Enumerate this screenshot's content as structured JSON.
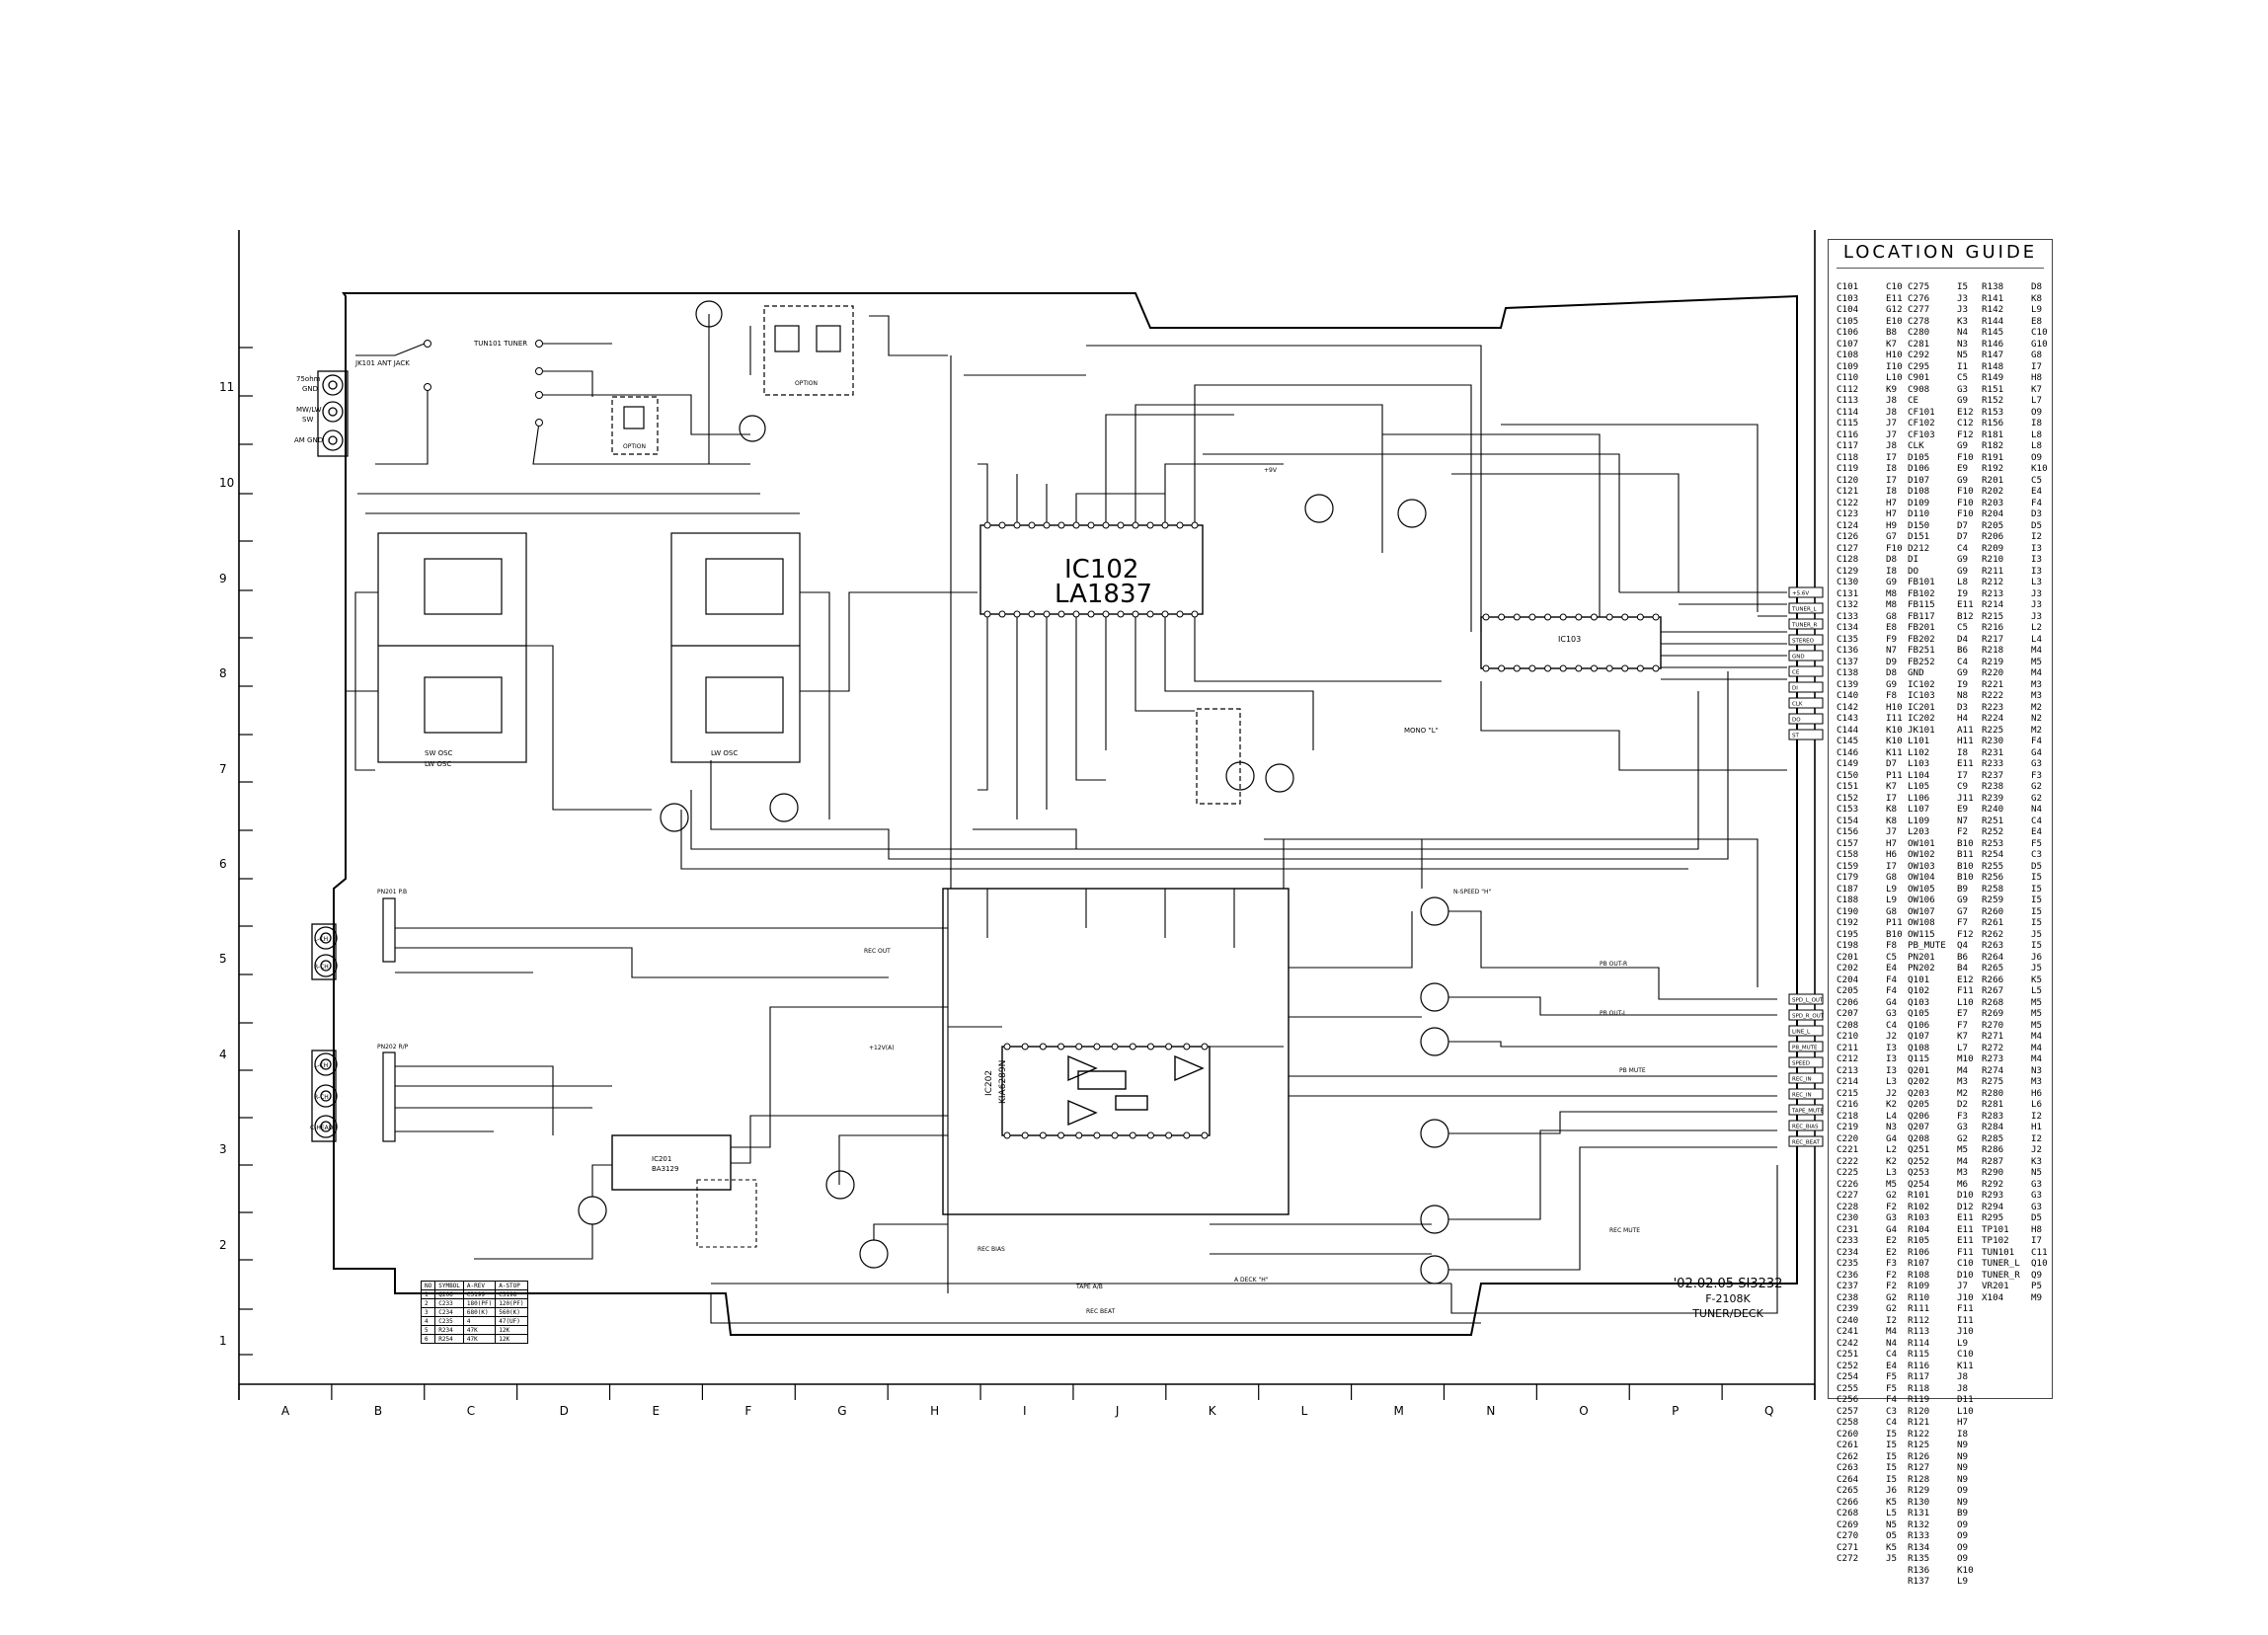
{
  "columns": [
    "A",
    "B",
    "C",
    "D",
    "E",
    "F",
    "G",
    "H",
    "I",
    "J",
    "K",
    "L",
    "M",
    "N",
    "O",
    "P",
    "Q"
  ],
  "rows": [
    "11",
    "10",
    "9",
    "8",
    "7",
    "6",
    "5",
    "4",
    "3",
    "2",
    "1"
  ],
  "ics": {
    "ic102_ref": "IC102",
    "ic102_part": "LA1837",
    "ic202_ref": "IC202",
    "ic202_part": "KIA6289N",
    "ic103_ref": "IC103",
    "ic201_ref": "IC201",
    "ic201_part": "BA3129"
  },
  "connectors": {
    "left_top": [
      "75ohm",
      "GND",
      "MW/LW",
      "SW",
      "AM GND"
    ],
    "jack": "JK101 ANT JACK",
    "tuner": "TUN101 TUNER",
    "left_mid": [
      "L-CH",
      "R-CH"
    ],
    "left_low": [
      "L-CH",
      "R-CH",
      "C-HEAD"
    ],
    "pin_headers": [
      "PN201 P.B",
      "PN202 R/P"
    ],
    "right_upper": [
      "+5.6V",
      "TUNER_L",
      "TUNER_R",
      "STEREO",
      "GND",
      "CE",
      "DI",
      "CLK",
      "DO",
      "ST"
    ],
    "right_lower": [
      "SPD_L_OUT",
      "SPD_R_OUT",
      "LINE_L",
      "PB_MUTE",
      "SPEED",
      "REC_IN",
      "REC_IN",
      "TAPE_MUTE",
      "REC_BIAS",
      "REC_BEAT"
    ]
  },
  "blocks": {
    "sw_osc": "SW OSC",
    "lw_osc": "LW OSC",
    "lw_osc2": "LW OSC",
    "option1": "OPTION",
    "option2": "OPTION",
    "mono_label": "MONO \"L\"",
    "nspd": "N-SPEED \"H\"",
    "adeck": "A DECK \"H\"",
    "tape_ab": "TAPE A/B",
    "rec_beat": "REC BEAT",
    "rec_bias": "REC BIAS",
    "pb_mute": "PB MUTE",
    "rec_mute": "REC MUTE",
    "rec_out": "REC OUT",
    "pb_out_r": "PB OUT-R",
    "pb_out_l": "PB OUT-L",
    "v12": "+12V(A)",
    "v9": "+9V"
  },
  "option_table": {
    "header": [
      "NO",
      "SYMBOL",
      "A-REV",
      "A-STOP"
    ],
    "rows": [
      [
        "1",
        "Q206",
        "C3199",
        "C3198"
      ],
      [
        "2",
        "C233",
        "180(PF)",
        "120(PF)"
      ],
      [
        "3",
        "C234",
        "680(K)",
        "560(K)"
      ],
      [
        "4",
        "C235",
        "4",
        "47(UF)"
      ],
      [
        "5",
        "R234",
        "47K",
        "12K"
      ],
      [
        "6",
        "R254",
        "47K",
        "12K"
      ]
    ]
  },
  "title_block": {
    "date": "'02.02.05  SI3232",
    "model": "F-2108K",
    "name": "TUNER/DECK"
  },
  "guide": {
    "title": "LOCATION GUIDE",
    "col1": [
      [
        "C101",
        "C10"
      ],
      [
        "C103",
        "E11"
      ],
      [
        "C104",
        "G12"
      ],
      [
        "C105",
        "E10"
      ],
      [
        "C106",
        "B8"
      ],
      [
        "C107",
        "K7"
      ],
      [
        "C108",
        "H10"
      ],
      [
        "C109",
        "I10"
      ],
      [
        "C110",
        "L10"
      ],
      [
        "C112",
        "K9"
      ],
      [
        "C113",
        "J8"
      ],
      [
        "C114",
        "J8"
      ],
      [
        "C115",
        "J7"
      ],
      [
        "C116",
        "J7"
      ],
      [
        "C117",
        "J8"
      ],
      [
        "C118",
        "I7"
      ],
      [
        "C119",
        "I8"
      ],
      [
        "C120",
        "I7"
      ],
      [
        "C121",
        "I8"
      ],
      [
        "C122",
        "H7"
      ],
      [
        "C123",
        "H7"
      ],
      [
        "C124",
        "H9"
      ],
      [
        "C126",
        "G7"
      ],
      [
        "C127",
        "F10"
      ],
      [
        "C128",
        "D8"
      ],
      [
        "C129",
        "I8"
      ],
      [
        "C130",
        "G9"
      ],
      [
        "C131",
        "M8"
      ],
      [
        "C132",
        "M8"
      ],
      [
        "C133",
        "G8"
      ],
      [
        "C134",
        "E8"
      ],
      [
        "C135",
        "F9"
      ],
      [
        "C136",
        "N7"
      ],
      [
        "C137",
        "D9"
      ],
      [
        "C138",
        "D8"
      ],
      [
        "C139",
        "G9"
      ],
      [
        "C140",
        "F8"
      ],
      [
        "C142",
        "H10"
      ],
      [
        "C143",
        "I11"
      ],
      [
        "C144",
        "K10"
      ],
      [
        "C145",
        "K10"
      ],
      [
        "C146",
        "K11"
      ],
      [
        "C149",
        "D7"
      ],
      [
        "C150",
        "P11"
      ],
      [
        "C151",
        "K7"
      ],
      [
        "C152",
        "I7"
      ],
      [
        "C153",
        "K8"
      ],
      [
        "C154",
        "K8"
      ],
      [
        "C156",
        "J7"
      ],
      [
        "C157",
        "H7"
      ],
      [
        "C158",
        "H6"
      ],
      [
        "C159",
        "I7"
      ],
      [
        "C179",
        "G8"
      ],
      [
        "C187",
        "L9"
      ],
      [
        "C188",
        "L9"
      ],
      [
        "C190",
        "G8"
      ],
      [
        "C192",
        "P11"
      ],
      [
        "C195",
        "B10"
      ],
      [
        "C198",
        "F8"
      ],
      [
        "C201",
        "C5"
      ],
      [
        "C202",
        "E4"
      ],
      [
        "C204",
        "F4"
      ],
      [
        "C205",
        "F4"
      ],
      [
        "C206",
        "G4"
      ],
      [
        "C207",
        "G3"
      ],
      [
        "C208",
        "C4"
      ],
      [
        "C210",
        "J2"
      ],
      [
        "C211",
        "I3"
      ],
      [
        "C212",
        "I3"
      ],
      [
        "C213",
        "I3"
      ],
      [
        "C214",
        "L3"
      ],
      [
        "C215",
        "J2"
      ],
      [
        "C216",
        "K2"
      ],
      [
        "C218",
        "L4"
      ],
      [
        "C219",
        "N3"
      ],
      [
        "C220",
        "G4"
      ],
      [
        "C221",
        "L2"
      ],
      [
        "C222",
        "K2"
      ],
      [
        "C225",
        "L3"
      ],
      [
        "C226",
        "M5"
      ],
      [
        "C227",
        "G2"
      ],
      [
        "C228",
        "F2"
      ],
      [
        "C230",
        "G3"
      ],
      [
        "C231",
        "G4"
      ],
      [
        "C233",
        "E2"
      ],
      [
        "C234",
        "E2"
      ],
      [
        "C235",
        "F3"
      ],
      [
        "C236",
        "F2"
      ],
      [
        "C237",
        "F2"
      ],
      [
        "C238",
        "G2"
      ],
      [
        "C239",
        "G2"
      ],
      [
        "C240",
        "I2"
      ],
      [
        "C241",
        "M4"
      ],
      [
        "C242",
        "N4"
      ],
      [
        "C251",
        "C4"
      ],
      [
        "C252",
        "E4"
      ],
      [
        "C254",
        "F5"
      ],
      [
        "C255",
        "F5"
      ],
      [
        "C256",
        "F4"
      ],
      [
        "C257",
        "C3"
      ],
      [
        "C258",
        "C4"
      ],
      [
        "C260",
        "I5"
      ],
      [
        "C261",
        "I5"
      ],
      [
        "C262",
        "I5"
      ],
      [
        "C263",
        "I5"
      ],
      [
        "C264",
        "I5"
      ],
      [
        "C265",
        "J6"
      ],
      [
        "C266",
        "K5"
      ],
      [
        "C268",
        "L5"
      ],
      [
        "C269",
        "N5"
      ],
      [
        "C270",
        "O5"
      ],
      [
        "C271",
        "K5"
      ],
      [
        "C272",
        "J5"
      ]
    ],
    "col2": [
      [
        "C275",
        "I5"
      ],
      [
        "C276",
        "J3"
      ],
      [
        "C277",
        "J3"
      ],
      [
        "C278",
        "K3"
      ],
      [
        "C280",
        "N4"
      ],
      [
        "C281",
        "N3"
      ],
      [
        "C292",
        "N5"
      ],
      [
        "C295",
        "I1"
      ],
      [
        "C901",
        "C5"
      ],
      [
        "C908",
        "G3"
      ],
      [
        "CE",
        "G9"
      ],
      [
        "CF101",
        "E12"
      ],
      [
        "CF102",
        "C12"
      ],
      [
        "CF103",
        "F12"
      ],
      [
        "CLK",
        "G9"
      ],
      [
        "D105",
        "F10"
      ],
      [
        "D106",
        "E9"
      ],
      [
        "D107",
        "G9"
      ],
      [
        "D108",
        "F10"
      ],
      [
        "D109",
        "F10"
      ],
      [
        "D110",
        "F10"
      ],
      [
        "D150",
        "D7"
      ],
      [
        "D151",
        "D7"
      ],
      [
        "D212",
        "C4"
      ],
      [
        "DI",
        "G9"
      ],
      [
        "DO",
        "G9"
      ],
      [
        "FB101",
        "L8"
      ],
      [
        "FB102",
        "I9"
      ],
      [
        "FB115",
        "E11"
      ],
      [
        "FB117",
        "B12"
      ],
      [
        "FB201",
        "C5"
      ],
      [
        "FB202",
        "D4"
      ],
      [
        "FB251",
        "B6"
      ],
      [
        "FB252",
        "C4"
      ],
      [
        "GND",
        "G9"
      ],
      [
        "IC102",
        "I9"
      ],
      [
        "IC103",
        "N8"
      ],
      [
        "IC201",
        "D3"
      ],
      [
        "IC202",
        "H4"
      ],
      [
        "JK101",
        "A11"
      ],
      [
        "L101",
        "H11"
      ],
      [
        "L102",
        "I8"
      ],
      [
        "L103",
        "E11"
      ],
      [
        "L104",
        "I7"
      ],
      [
        "L105",
        "C9"
      ],
      [
        "L106",
        "J11"
      ],
      [
        "L107",
        "E9"
      ],
      [
        "L109",
        "N7"
      ],
      [
        "L203",
        "F2"
      ],
      [
        "OW101",
        "B10"
      ],
      [
        "OW102",
        "B11"
      ],
      [
        "OW103",
        "B10"
      ],
      [
        "OW104",
        "B10"
      ],
      [
        "OW105",
        "B9"
      ],
      [
        "OW106",
        "G9"
      ],
      [
        "OW107",
        "G7"
      ],
      [
        "OW108",
        "F7"
      ],
      [
        "OW115",
        "F12"
      ],
      [
        "PB_MUTE",
        "Q4"
      ],
      [
        "PN201",
        "B6"
      ],
      [
        "PN202",
        "B4"
      ],
      [
        "Q101",
        "E12"
      ],
      [
        "Q102",
        "F11"
      ],
      [
        "Q103",
        "L10"
      ],
      [
        "Q105",
        "E7"
      ],
      [
        "Q106",
        "F7"
      ],
      [
        "Q107",
        "K7"
      ],
      [
        "Q108",
        "L7"
      ],
      [
        "Q115",
        "M10"
      ],
      [
        "Q201",
        "M4"
      ],
      [
        "Q202",
        "M3"
      ],
      [
        "Q203",
        "M2"
      ],
      [
        "Q205",
        "D2"
      ],
      [
        "Q206",
        "F3"
      ],
      [
        "Q207",
        "G3"
      ],
      [
        "Q208",
        "G2"
      ],
      [
        "Q251",
        "M5"
      ],
      [
        "Q252",
        "M4"
      ],
      [
        "Q253",
        "M3"
      ],
      [
        "Q254",
        "M6"
      ],
      [
        "R101",
        "D10"
      ],
      [
        "R102",
        "D12"
      ],
      [
        "R103",
        "E11"
      ],
      [
        "R104",
        "E11"
      ],
      [
        "R105",
        "E11"
      ],
      [
        "R106",
        "F11"
      ],
      [
        "R107",
        "C10"
      ],
      [
        "R108",
        "D10"
      ],
      [
        "R109",
        "J7"
      ],
      [
        "R110",
        "J10"
      ],
      [
        "R111",
        "F11"
      ],
      [
        "R112",
        "I11"
      ],
      [
        "R113",
        "J10"
      ],
      [
        "R114",
        "L9"
      ],
      [
        "R115",
        "C10"
      ],
      [
        "R116",
        "K11"
      ],
      [
        "R117",
        "J8"
      ],
      [
        "R118",
        "J8"
      ],
      [
        "R119",
        "D11"
      ],
      [
        "R120",
        "L10"
      ],
      [
        "R121",
        "H7"
      ],
      [
        "R122",
        "I8"
      ],
      [
        "R125",
        "N9"
      ],
      [
        "R126",
        "N9"
      ],
      [
        "R127",
        "N9"
      ],
      [
        "R128",
        "N9"
      ],
      [
        "R129",
        "O9"
      ],
      [
        "R130",
        "N9"
      ],
      [
        "R131",
        "B9"
      ],
      [
        "R132",
        "O9"
      ],
      [
        "R133",
        "O9"
      ],
      [
        "R134",
        "O9"
      ],
      [
        "R135",
        "O9"
      ],
      [
        "R136",
        "K10"
      ],
      [
        "R137",
        "L9"
      ]
    ],
    "col3": [
      [
        "R138",
        "D8"
      ],
      [
        "R141",
        "K8"
      ],
      [
        "R142",
        "L9"
      ],
      [
        "R144",
        "E8"
      ],
      [
        "R145",
        "C10"
      ],
      [
        "R146",
        "G10"
      ],
      [
        "R147",
        "G8"
      ],
      [
        "R148",
        "I7"
      ],
      [
        "R149",
        "H8"
      ],
      [
        "R151",
        "K7"
      ],
      [
        "R152",
        "L7"
      ],
      [
        "R153",
        "O9"
      ],
      [
        "R156",
        "I8"
      ],
      [
        "R181",
        "L8"
      ],
      [
        "R182",
        "L8"
      ],
      [
        "R191",
        "O9"
      ],
      [
        "R192",
        "K10"
      ],
      [
        "R201",
        "C5"
      ],
      [
        "R202",
        "E4"
      ],
      [
        "R203",
        "F4"
      ],
      [
        "R204",
        "D3"
      ],
      [
        "R205",
        "D5"
      ],
      [
        "R206",
        "I2"
      ],
      [
        "R209",
        "I3"
      ],
      [
        "R210",
        "I3"
      ],
      [
        "R211",
        "I3"
      ],
      [
        "R212",
        "L3"
      ],
      [
        "R213",
        "J3"
      ],
      [
        "R214",
        "J3"
      ],
      [
        "R215",
        "J3"
      ],
      [
        "R216",
        "L2"
      ],
      [
        "R217",
        "L4"
      ],
      [
        "R218",
        "M4"
      ],
      [
        "R219",
        "M5"
      ],
      [
        "R220",
        "M4"
      ],
      [
        "R221",
        "M3"
      ],
      [
        "R222",
        "M3"
      ],
      [
        "R223",
        "M2"
      ],
      [
        "R224",
        "N2"
      ],
      [
        "R225",
        "M2"
      ],
      [
        "R230",
        "F4"
      ],
      [
        "R231",
        "G4"
      ],
      [
        "R233",
        "G3"
      ],
      [
        "R237",
        "F3"
      ],
      [
        "R238",
        "G2"
      ],
      [
        "R239",
        "G2"
      ],
      [
        "R240",
        "N4"
      ],
      [
        "R251",
        "C4"
      ],
      [
        "R252",
        "E4"
      ],
      [
        "R253",
        "F5"
      ],
      [
        "R254",
        "C3"
      ],
      [
        "R255",
        "D5"
      ],
      [
        "R256",
        "I5"
      ],
      [
        "R258",
        "I5"
      ],
      [
        "R259",
        "I5"
      ],
      [
        "R260",
        "I5"
      ],
      [
        "R261",
        "I5"
      ],
      [
        "R262",
        "J5"
      ],
      [
        "R263",
        "I5"
      ],
      [
        "R264",
        "J6"
      ],
      [
        "R265",
        "J5"
      ],
      [
        "R266",
        "K5"
      ],
      [
        "R267",
        "L5"
      ],
      [
        "R268",
        "M5"
      ],
      [
        "R269",
        "M5"
      ],
      [
        "R270",
        "M5"
      ],
      [
        "R271",
        "M4"
      ],
      [
        "R272",
        "M4"
      ],
      [
        "R273",
        "M4"
      ],
      [
        "R274",
        "N3"
      ],
      [
        "R275",
        "M3"
      ],
      [
        "R280",
        "H6"
      ],
      [
        "R281",
        "L6"
      ],
      [
        "R283",
        "I2"
      ],
      [
        "R284",
        "H1"
      ],
      [
        "R285",
        "I2"
      ],
      [
        "R286",
        "J2"
      ],
      [
        "R287",
        "K3"
      ],
      [
        "R290",
        "N5"
      ],
      [
        "R292",
        "G3"
      ],
      [
        "R293",
        "G3"
      ],
      [
        "R294",
        "G3"
      ],
      [
        "R295",
        "D5"
      ],
      [
        "TP101",
        "H8"
      ],
      [
        "TP102",
        "I7"
      ],
      [
        "TUN101",
        "C11"
      ],
      [
        "TUNER_L",
        "Q10"
      ],
      [
        "TUNER_R",
        "Q9"
      ],
      [
        "VR201",
        "P5"
      ],
      [
        "X104",
        "M9"
      ]
    ]
  }
}
